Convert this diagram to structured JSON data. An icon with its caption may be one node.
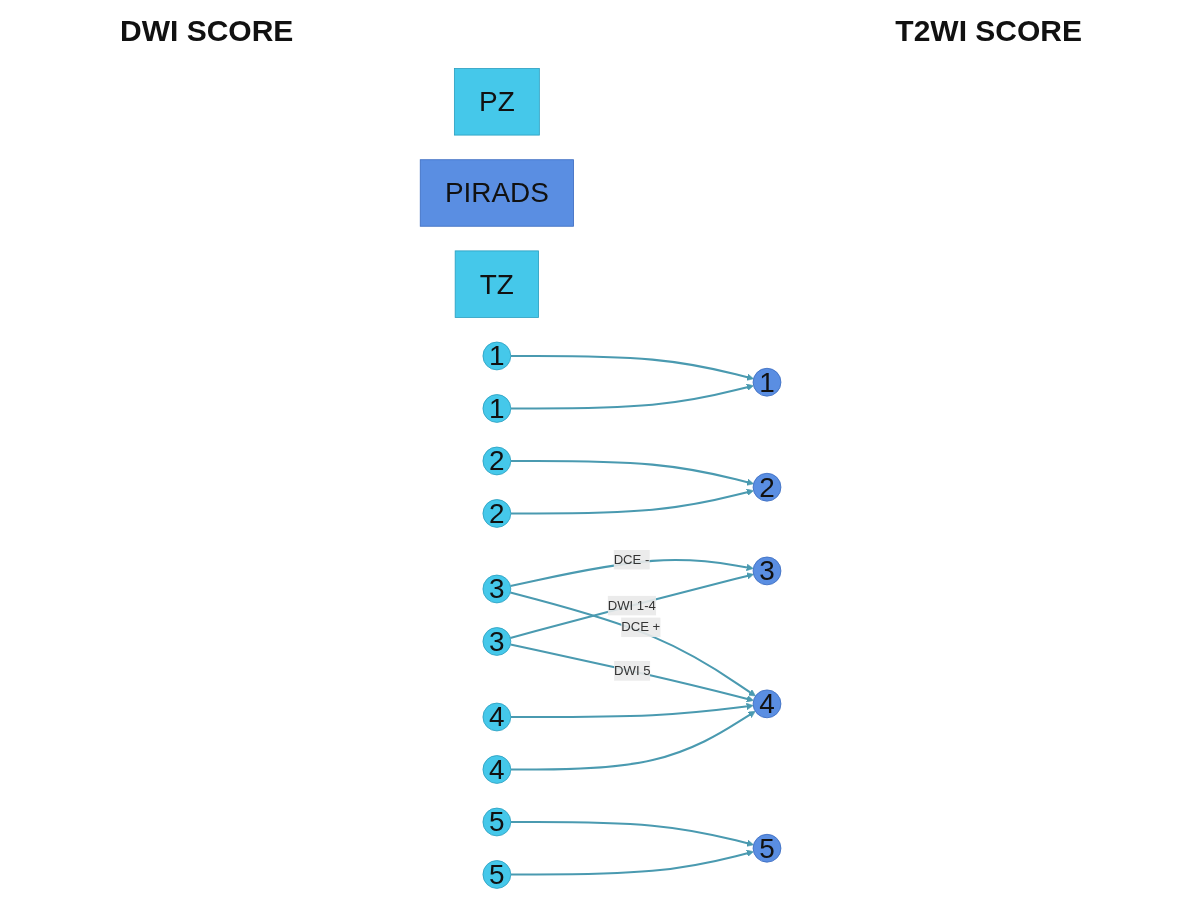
{
  "diagram": {
    "nodes": [
      {
        "text": [
          "PZ"
        ]
      },
      {
        "text": [
          "PIRADS"
        ]
      },
      {
        "text": [
          "TZ"
        ]
      },
      {
        "text": [
          "1"
        ]
      },
      {
        "text": [
          "1"
        ]
      },
      {
        "text": [
          "1"
        ]
      },
      {
        "text": [
          "2"
        ]
      },
      {
        "text": [
          "2"
        ]
      },
      {
        "text": [
          "2"
        ]
      },
      {
        "text": [
          "3"
        ]
      },
      {
        "text": [
          "3"
        ]
      },
      {
        "text": [
          "3"
        ]
      },
      {
        "text": [
          "4"
        ]
      },
      {
        "text": [
          "4"
        ]
      },
      {
        "text": [
          "4"
        ]
      },
      {
        "text": [
          "5"
        ]
      },
      {
        "text": [
          "5"
        ]
      },
      {
        "text": [
          "5"
        ]
      }
    ],
    "edges": [
      {
        "from": 3,
        "to": 4,
        "arrow": "to"
      },
      {
        "from": 5,
        "to": 4,
        "arrow": "to"
      },
      {
        "from": 6,
        "to": 7,
        "arrow": "to"
      },
      {
        "from": 8,
        "to": 7,
        "arrow": "to"
      },
      {
        "from": 9,
        "to": 10,
        "label": "DCE -",
        "arrow": "to"
      },
      {
        "from": 9,
        "to": 13,
        "label": "DCE +",
        "arrow": "to"
      },
      {
        "from": 11,
        "to": 10,
        "label": "DWI 1-4",
        "arrow": "to"
      },
      {
        "from": 11,
        "to": 13,
        "label": "DWI 5",
        "arrow": "to"
      },
      {
        "from": 12,
        "to": 13,
        "arrow": "to"
      },
      {
        "from": 14,
        "to": 13,
        "arrow": "to"
      },
      {
        "from": 15,
        "to": 16,
        "arrow": "to"
      },
      {
        "from": 17,
        "to": 16,
        "arrow": "to"
      }
    ],
    "labels": [
      "DWI SCORE",
      "T2WI SCORE"
    ]
  }
}
